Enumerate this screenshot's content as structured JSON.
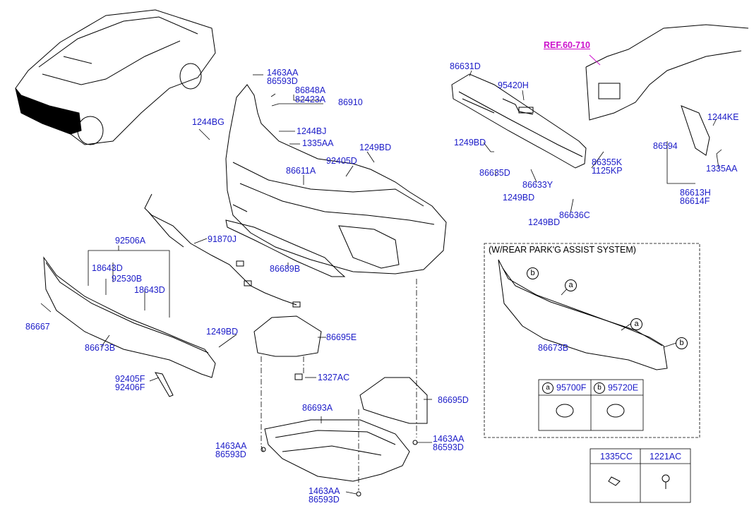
{
  "ref_label": "REF.60-710",
  "parts": {
    "p1463AA_top": "1463AA",
    "p86593D_top": "86593D",
    "p86848A": "86848A",
    "p82423A": "82423A",
    "p86910": "86910",
    "p1244BG": "1244BG",
    "p1244BJ": "1244BJ",
    "p1335AA_left": "1335AA",
    "p1249BD_a": "1249BD",
    "p92405D": "92405D",
    "p86611A": "86611A",
    "p86631D": "86631D",
    "p95420H": "95420H",
    "p1249BD_b": "1249BD",
    "p86635D": "86635D",
    "p86633Y": "86633Y",
    "p1249BD_c": "1249BD",
    "p86636C": "86636C",
    "p1249BD_d": "1249BD",
    "p86355K": "86355K",
    "p1125KP": "1125KP",
    "p1244KE": "1244KE",
    "p86594": "86594",
    "p1335AA_right": "1335AA",
    "p86613H": "86613H",
    "p86614F": "86614F",
    "p92506A": "92506A",
    "p91870J": "91870J",
    "p18643D_a": "18643D",
    "p92530B": "92530B",
    "p18643D_b": "18643D",
    "p86689B": "86689B",
    "p86667": "86667",
    "p86673B": "86673B",
    "p1249BD_e": "1249BD",
    "p86695E": "86695E",
    "p92405F": "92405F",
    "p92406F": "92406F",
    "p1327AC": "1327AC",
    "p86695D": "86695D",
    "p86693A": "86693A",
    "p1463AA_l": "1463AA",
    "p86593D_l": "86593D",
    "p1463AA_r": "1463AA",
    "p86593D_r": "86593D",
    "p1463AA_b": "1463AA",
    "p86593D_b": "86593D"
  },
  "park_assist_box": {
    "title": "(W/REAR PARK'G ASSIST SYSTEM)",
    "part_label": "86673B",
    "callout_a": "a",
    "callout_b": "b",
    "legend": [
      {
        "key": "a",
        "part": "95700F"
      },
      {
        "key": "b",
        "part": "95720E"
      }
    ]
  },
  "fastener_box": {
    "headers": [
      "1335CC",
      "1221AC"
    ]
  },
  "colors": {
    "part_number": "#1c1cc8",
    "reference": "#cc10cc",
    "line": "#000000"
  }
}
